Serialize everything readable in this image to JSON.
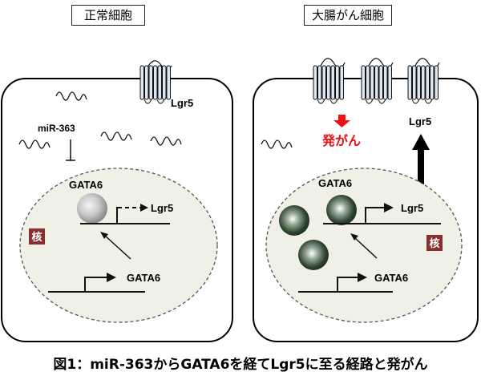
{
  "panels": {
    "normal": {
      "title": "正常細胞",
      "receptor_label": "Lgr5",
      "mirna_label": "miR-363",
      "nucleus_label": "核",
      "gata6_protein_label": "GATA6",
      "gene_target_label": "Lgr5",
      "gene_source_label": "GATA6"
    },
    "cancer": {
      "title": "大腸がん細胞",
      "receptor_label": "Lgr5",
      "oncogenesis_label": "発がん",
      "nucleus_label": "核",
      "gata6_protein_label": "GATA6",
      "gene_target_label": "Lgr5",
      "gene_source_label": "GATA6"
    }
  },
  "caption": "図1：miR-363からGATA6を経てLgr5に至る経路と発がん",
  "colors": {
    "nucleus_fill": "#f0f0e6",
    "nucleus_label_bg": "#8b2e2e",
    "oncogenesis_red": "#ee1111",
    "receptor_fill": "#dbe8f2"
  }
}
